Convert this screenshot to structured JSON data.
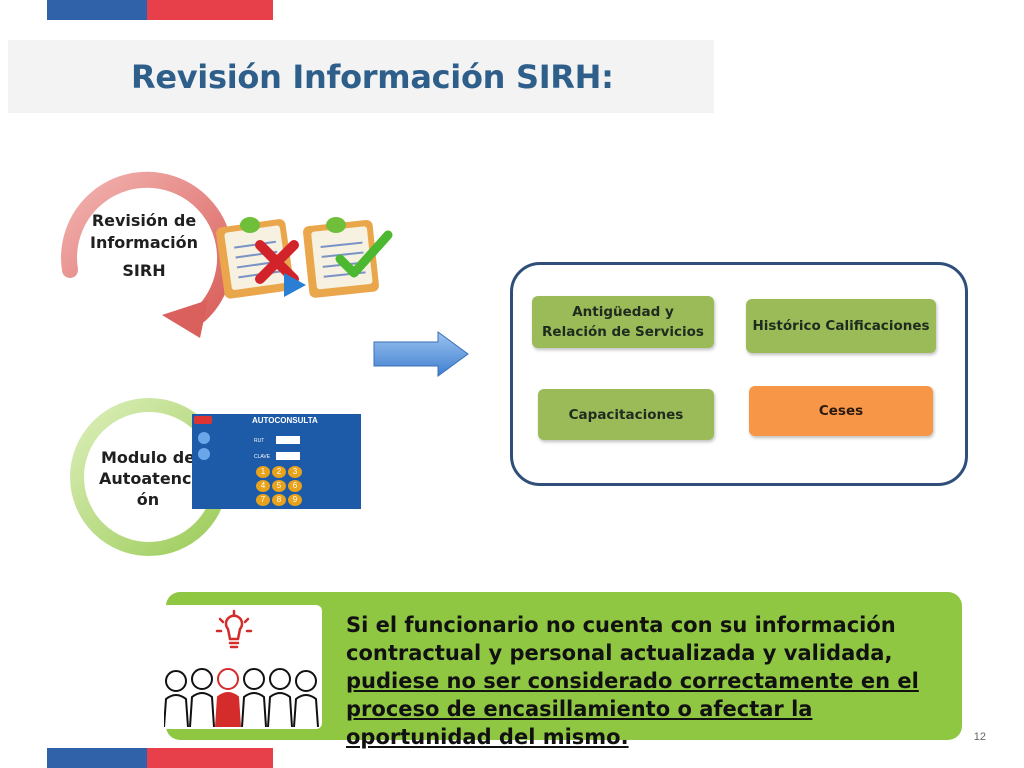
{
  "colors": {
    "flag_blue": "#2f62a8",
    "flag_red": "#e8404b",
    "title": "#2e5f8a",
    "box_green": "#9bbb59",
    "box_orange": "#f79646",
    "banner_green": "#8fc743",
    "panel_border": "#2f4f7a"
  },
  "title": "Revisión Información SIRH:",
  "cycles": [
    {
      "lines": [
        "Revisión de",
        "Información",
        "SIRH"
      ]
    },
    {
      "lines": [
        "Modulo de",
        "Autoatenci",
        "ón"
      ]
    }
  ],
  "kiosk": {
    "header": "AUTOCONSULTA",
    "field1": "RUT",
    "field2": "CLAVE",
    "keys": [
      "1",
      "2",
      "3",
      "4",
      "5",
      "6",
      "7",
      "8",
      "9"
    ]
  },
  "panel": {
    "box1": [
      "Antigüedad y",
      "Relación de Servicios"
    ],
    "box2": "Histórico Calificaciones",
    "box3": "Capacitaciones",
    "box4": "Ceses"
  },
  "message": {
    "part1": "Si el funcionario no cuenta con su información contractual y personal actualizada y validada, ",
    "part2": "pudiese no ser considerado correctamente en el proceso de encasillamiento o afectar la oportunidad del mismo."
  },
  "page_number": "12",
  "icons": [
    "checklist-x-icon",
    "checklist-check-icon",
    "arrow-right-icon",
    "lightbulb-icon",
    "people-group-icon"
  ]
}
